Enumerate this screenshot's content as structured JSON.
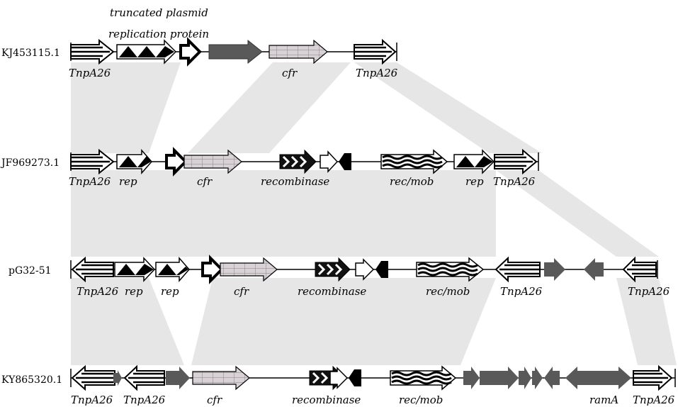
{
  "figure": {
    "annotation_top": [
      "truncated plasmid",
      "replication protein"
    ],
    "tracks": [
      {
        "id": "KJ453115.1",
        "labels": [
          "TnpA26",
          "cfr",
          "TnpA26"
        ]
      },
      {
        "id": "JF969273.1",
        "labels": [
          "TnpA26",
          "rep",
          "cfr",
          "recombinase",
          "rec/mob",
          "rep",
          "TnpA26"
        ]
      },
      {
        "id": "pG32-51",
        "labels": [
          "TnpA26",
          "rep",
          "rep",
          "cfr",
          "recombinase",
          "rec/mob",
          "TnpA26",
          "TnpA26"
        ]
      },
      {
        "id": "KY865320.1",
        "labels": [
          "TnpA26",
          "TnpA26",
          "cfr",
          "recombinase",
          "rec/mob",
          "ramA",
          "TnpA26"
        ]
      }
    ],
    "legend_patterns": {
      "tnpA26": "white arrow with black horizontal stripes",
      "rep": "white arrow with black triangles",
      "cfr": "light grey gridded arrow",
      "recombinase": "black arrow with white chevrons",
      "rec_mob": "white arrow with black wavy lines",
      "other": "dark grey arrow"
    },
    "colors": {
      "homology_shading": "#e6e6e6",
      "dark_gene": "#595959",
      "cfr_fill": "#d8d2d6",
      "line": "#000000"
    }
  }
}
